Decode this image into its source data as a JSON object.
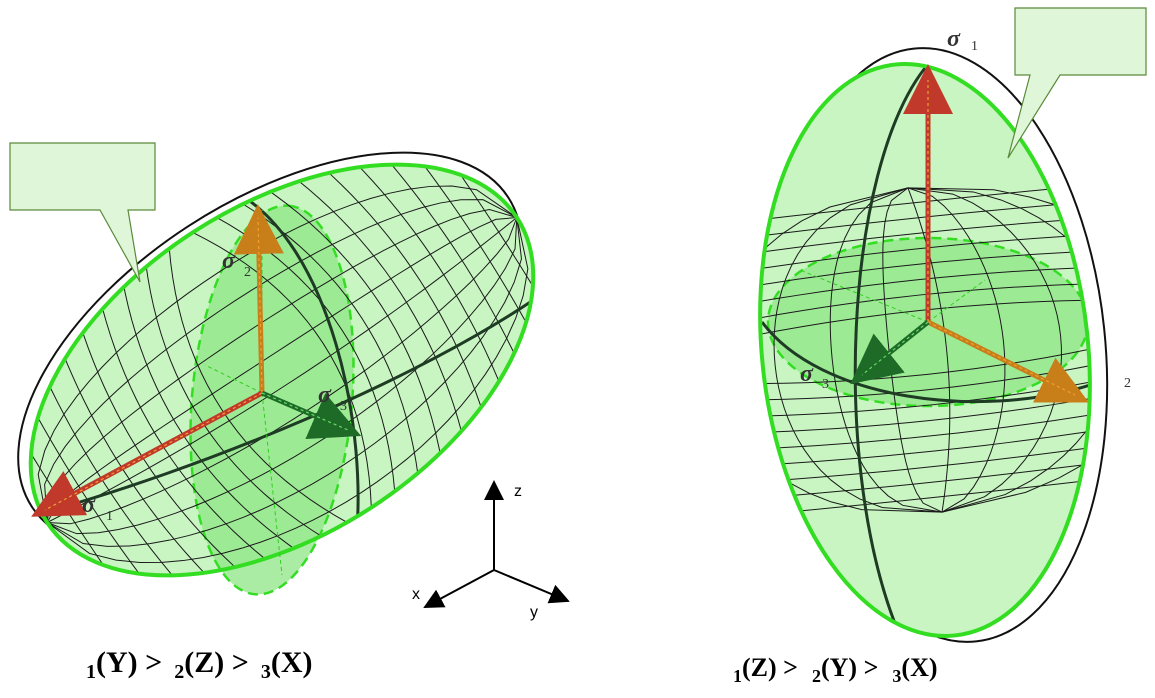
{
  "left": {
    "sigma1": "σ",
    "sigma1_sub": "1",
    "sigma2": "σ",
    "sigma2_sub": "2",
    "sigma3": "σ",
    "sigma3_sub": "3",
    "caption": {
      "s1": "1",
      "t1": "(Y) >",
      "s2": "2",
      "t2": "(Z) >",
      "s3": "3",
      "t3": "(X)"
    }
  },
  "right": {
    "sigma1": "σ",
    "sigma1_sub": "1",
    "sigma3": "σ",
    "sigma3_sub": "3",
    "side_label": "2",
    "caption": {
      "s1": "1",
      "t1": "(Z) >",
      "s2": "2",
      "t2": "(Y) >",
      "s3": "3",
      "t3": "(X)"
    }
  },
  "axes": {
    "z": "z",
    "x": "x",
    "y": "y"
  },
  "colors": {
    "fill": "#c8f5c2",
    "outline": "#33dd22",
    "mesh": "#1a1a1a",
    "dark_green": "#1e6b28",
    "arrow_orange": "#c87f1a",
    "arrow_red": "#c0392b"
  }
}
